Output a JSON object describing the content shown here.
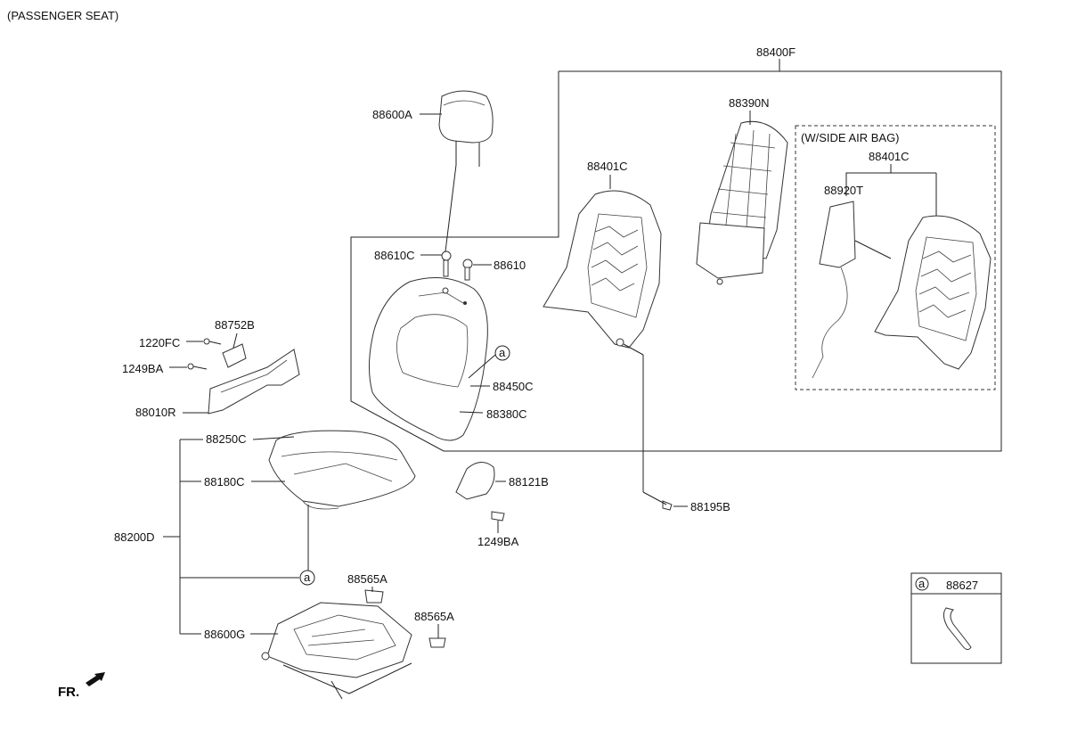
{
  "title": "(PASSENGER SEAT)",
  "orientation_label": "FR.",
  "side_airbag_box_label": "(W/SIDE AIR BAG)",
  "callout_marker": "a",
  "legend_box": {
    "marker": "a",
    "part_number": "88627"
  },
  "parts": {
    "p88400F": "88400F",
    "p88390N": "88390N",
    "p88401C_main": "88401C",
    "p88401C_airbag": "88401C",
    "p88920T": "88920T",
    "p88600A": "88600A",
    "p88610C": "88610C",
    "p88610": "88610",
    "p88450C": "88450C",
    "p88380C": "88380C",
    "p88752B": "88752B",
    "p1220FC": "1220FC",
    "p1249BA_left": "1249BA",
    "p88010R": "88010R",
    "p88250C": "88250C",
    "p88180C": "88180C",
    "p88200D": "88200D",
    "p88600G": "88600G",
    "p88565A_1": "88565A",
    "p88565A_2": "88565A",
    "p88121B": "88121B",
    "p1249BA_right": "1249BA",
    "p88195B": "88195B"
  }
}
